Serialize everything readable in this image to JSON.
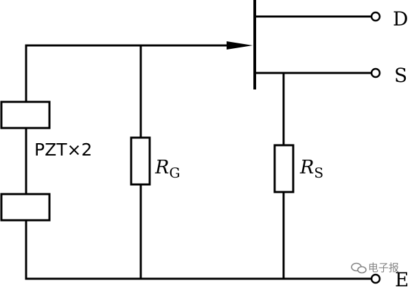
{
  "labels": {
    "piezo": "PZT×2",
    "rg_main": "R",
    "rg_sub": "G",
    "rs_main": "R",
    "rs_sub": "S",
    "drain": "D",
    "source": "S",
    "earth": "E"
  },
  "watermark": {
    "text": "电子报",
    "icon": "wechat-icon"
  }
}
